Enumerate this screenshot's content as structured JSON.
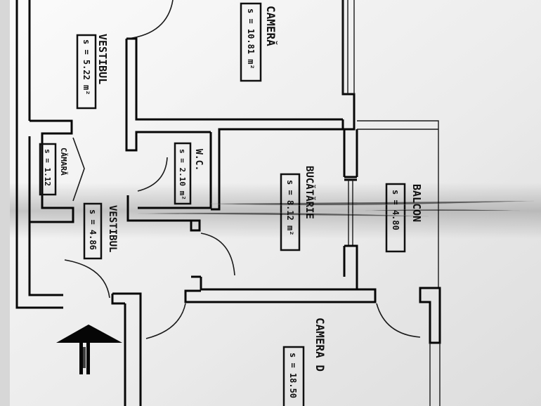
{
  "rooms": {
    "camera_top": {
      "name": "CAMERĂ",
      "area": "s = 10.81 m²"
    },
    "vestibul_top": {
      "name": "VESTIBUL",
      "area": "s = 5.22 m²"
    },
    "camara": {
      "name": "CĂMARĂ",
      "area": "s = 1.12"
    },
    "wc": {
      "name": "W.C.",
      "area": "s = 2.10 m²"
    },
    "bucatarie": {
      "name": "BUCĂTĂRIE",
      "area": "s = 8.12 m²"
    },
    "balcon": {
      "name": "BALCON",
      "area": "s = 4.80"
    },
    "vestibul_mid": {
      "name": "VESTIBUL",
      "area": "s = 4.86"
    },
    "camera_bottom": {
      "name": "CAMERA D",
      "area": "s = 18.50"
    }
  },
  "colors": {
    "paper": "#e6e6e6",
    "ink": "#111111",
    "shadow": "#bdbdbd"
  },
  "icons": {
    "entrance": "entrance-arrow-icon"
  }
}
